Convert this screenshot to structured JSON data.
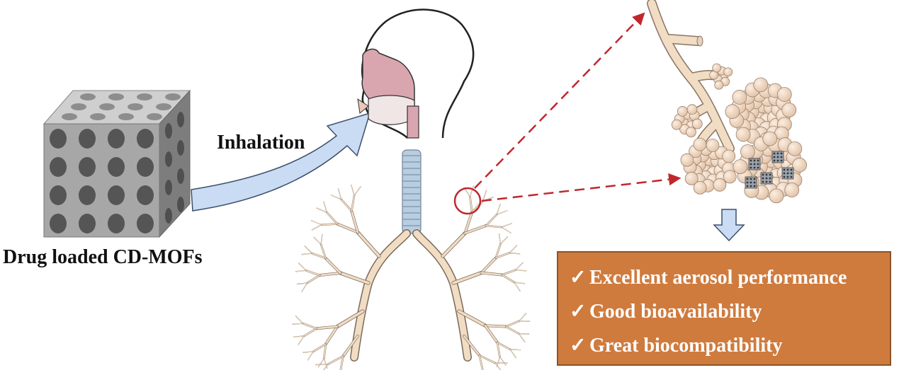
{
  "labels": {
    "cube_caption": "Drug loaded CD-MOFs",
    "arrow_caption": "Inhalation"
  },
  "benefits": {
    "check_glyph": "✓",
    "items": [
      "Excellent aerosol performance",
      "Good bioavailability",
      "Great biocompatibility"
    ]
  },
  "colors": {
    "arrow_fill": "#c9dcf3",
    "arrow_stroke": "#3d4f6b",
    "airway_fill": "#f1dcc4",
    "airway_stroke": "#7a6a5a",
    "trachea_rings": "#b9cde0",
    "dashed_red": "#c0272d",
    "box_fill": "#cf7b3e",
    "nasal_cavity": "#d9a6b0",
    "cube_face": "#9a9a9a"
  },
  "icons": [
    "porous-cube-icon",
    "head-profile-icon",
    "lungs-bronchi-icon",
    "alveoli-cluster-icon",
    "down-arrow-icon"
  ]
}
